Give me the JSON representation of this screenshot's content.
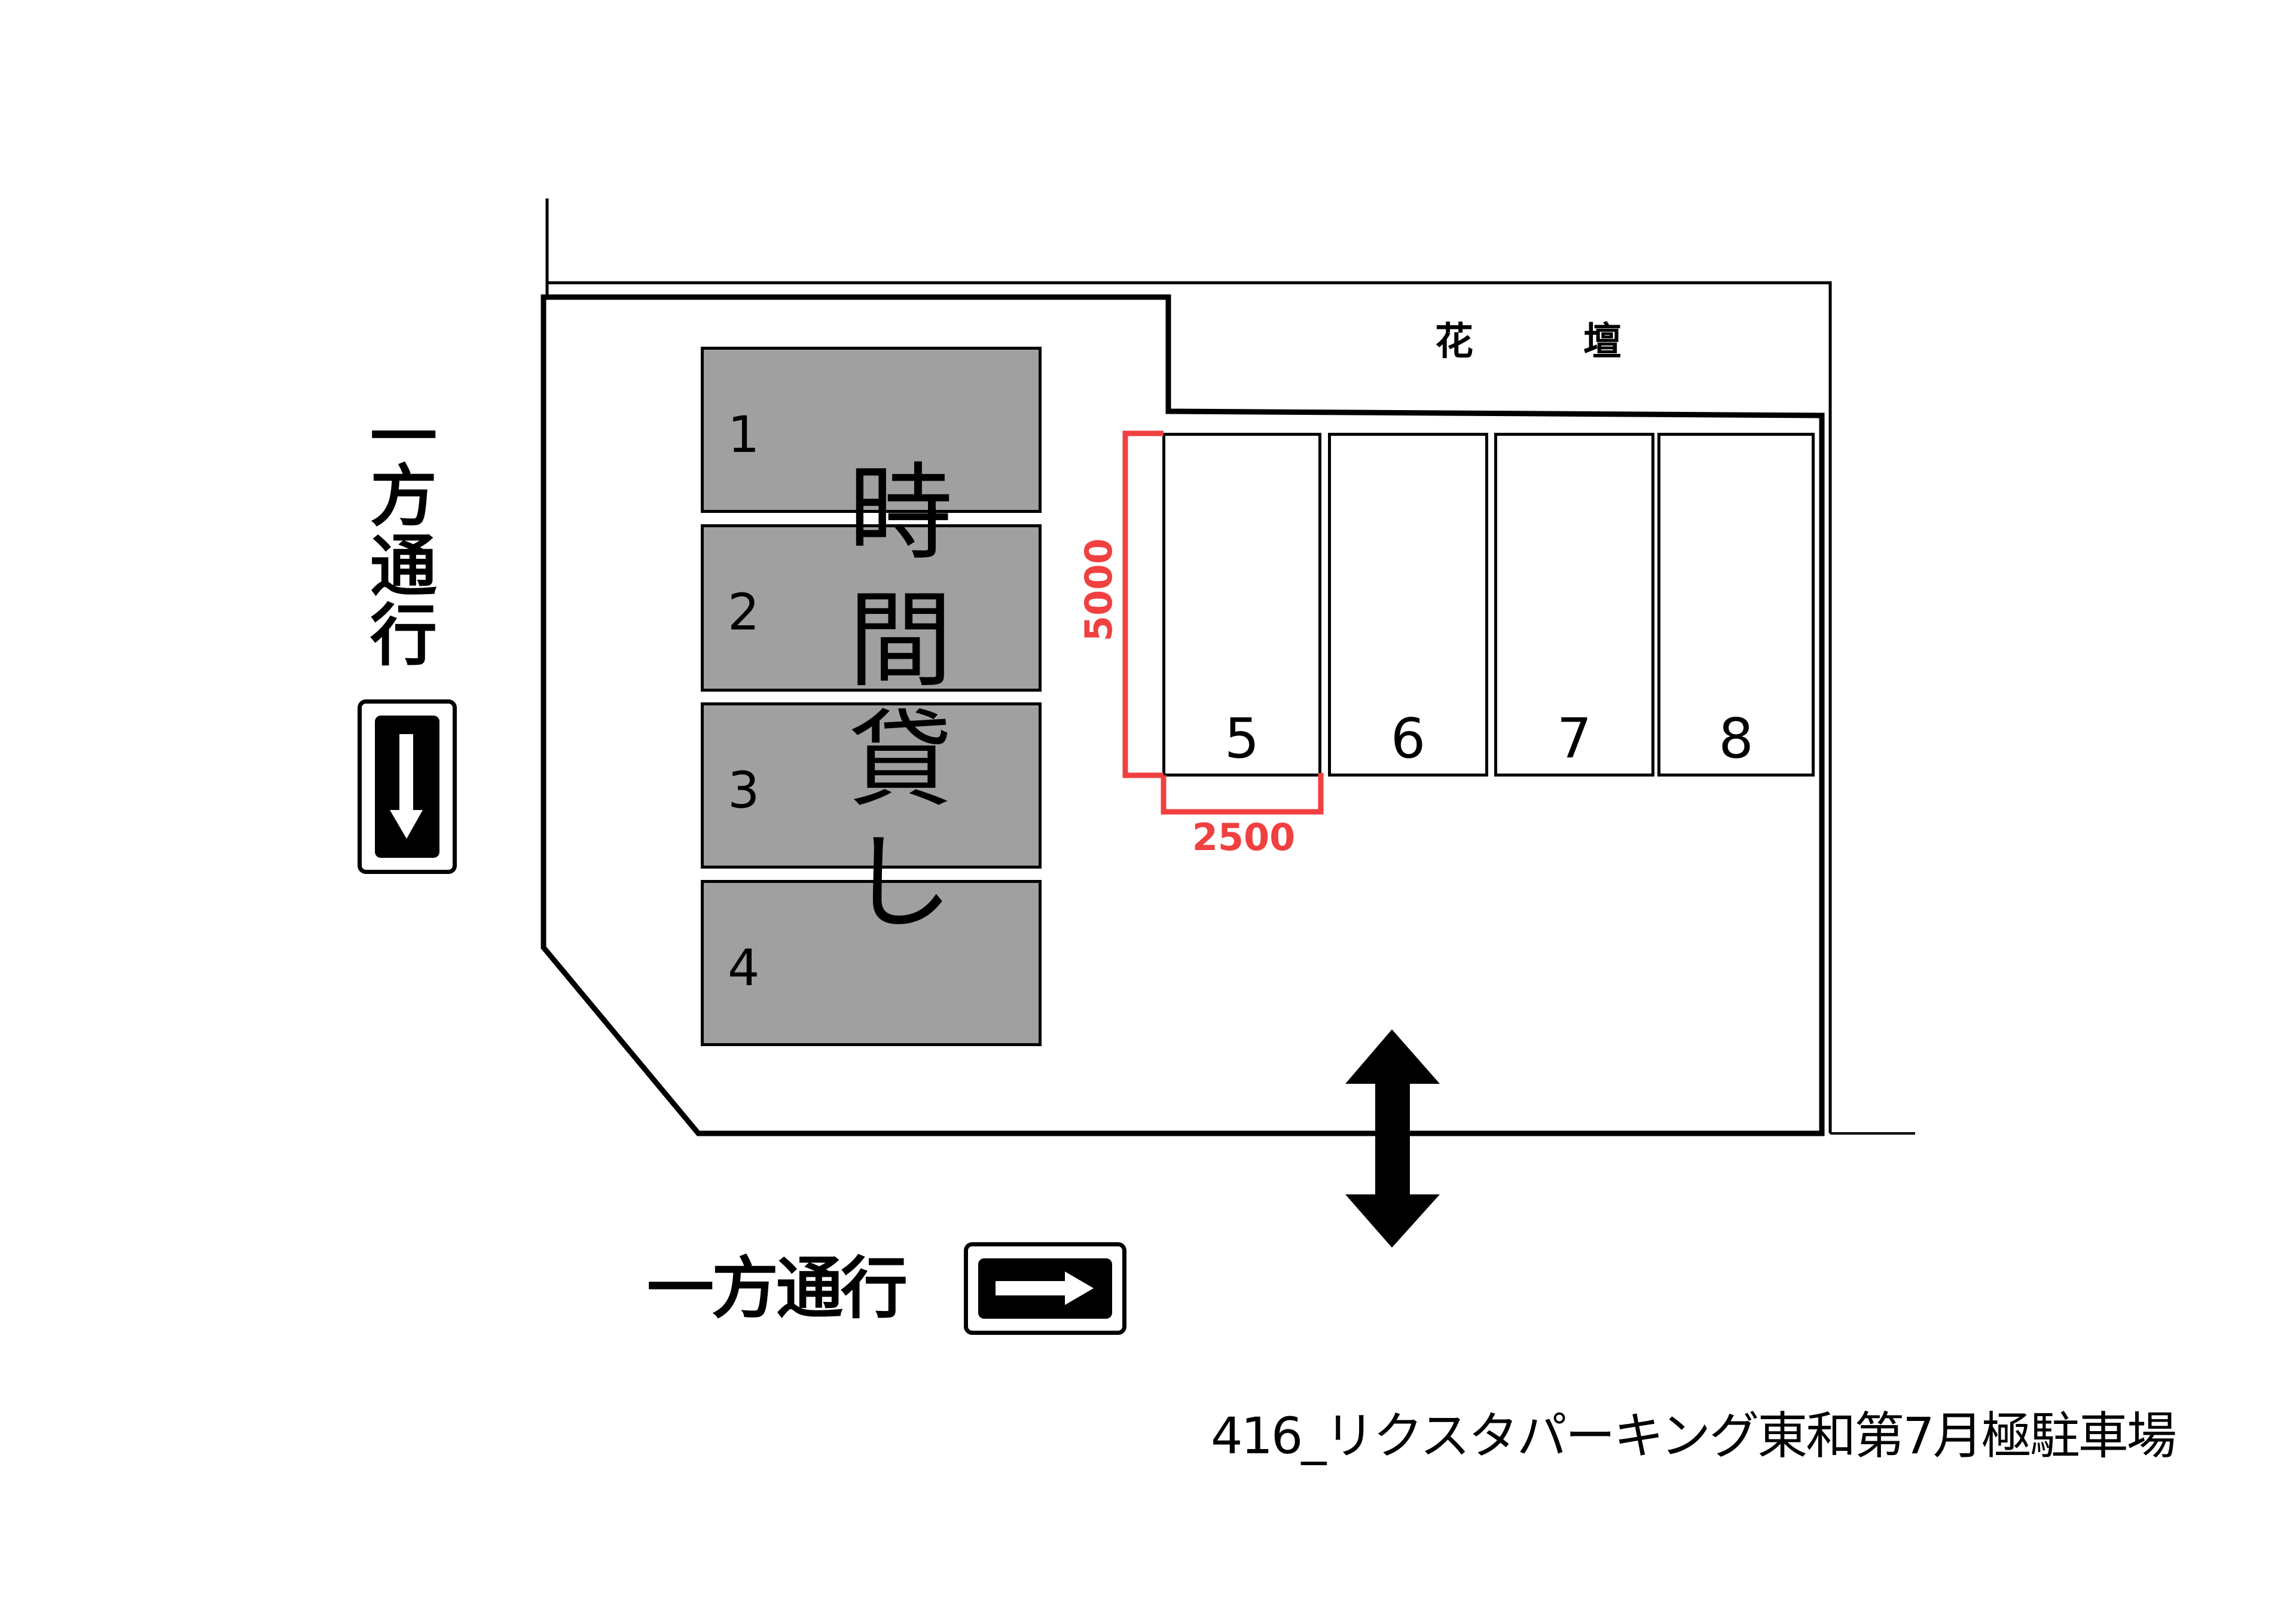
{
  "diagram": {
    "type": "parking_lot_layout",
    "title": "416_リクスタパーキング東和第7月極駐車場",
    "flowerbed_label": "花　壇",
    "hourly_area_label_chars": [
      "時",
      "間",
      "貸",
      "し"
    ],
    "hourly_area_label": "時間貸し",
    "one_way_left": {
      "label_chars": [
        "一",
        "方",
        "通",
        "行"
      ],
      "label": "一方通行",
      "direction": "down",
      "icon": "down-arrow-sign"
    },
    "one_way_bottom": {
      "label": "一方通行",
      "direction": "right",
      "icon": "right-arrow-sign"
    },
    "entrance": {
      "icon": "two-way-vertical-arrow",
      "meaning": "entrance/exit"
    },
    "hourly_stalls": [
      {
        "number": "1"
      },
      {
        "number": "2"
      },
      {
        "number": "3"
      },
      {
        "number": "4"
      }
    ],
    "monthly_stalls": [
      {
        "number": "5"
      },
      {
        "number": "6"
      },
      {
        "number": "7"
      },
      {
        "number": "8"
      }
    ],
    "dimensions": {
      "stall_length": "5000",
      "stall_width": "2500",
      "color": "#f04040"
    },
    "colors": {
      "hourly_stall_fill": "#a0a0a0",
      "line": "#000000",
      "dimension": "#f04040",
      "background": "#ffffff"
    }
  }
}
